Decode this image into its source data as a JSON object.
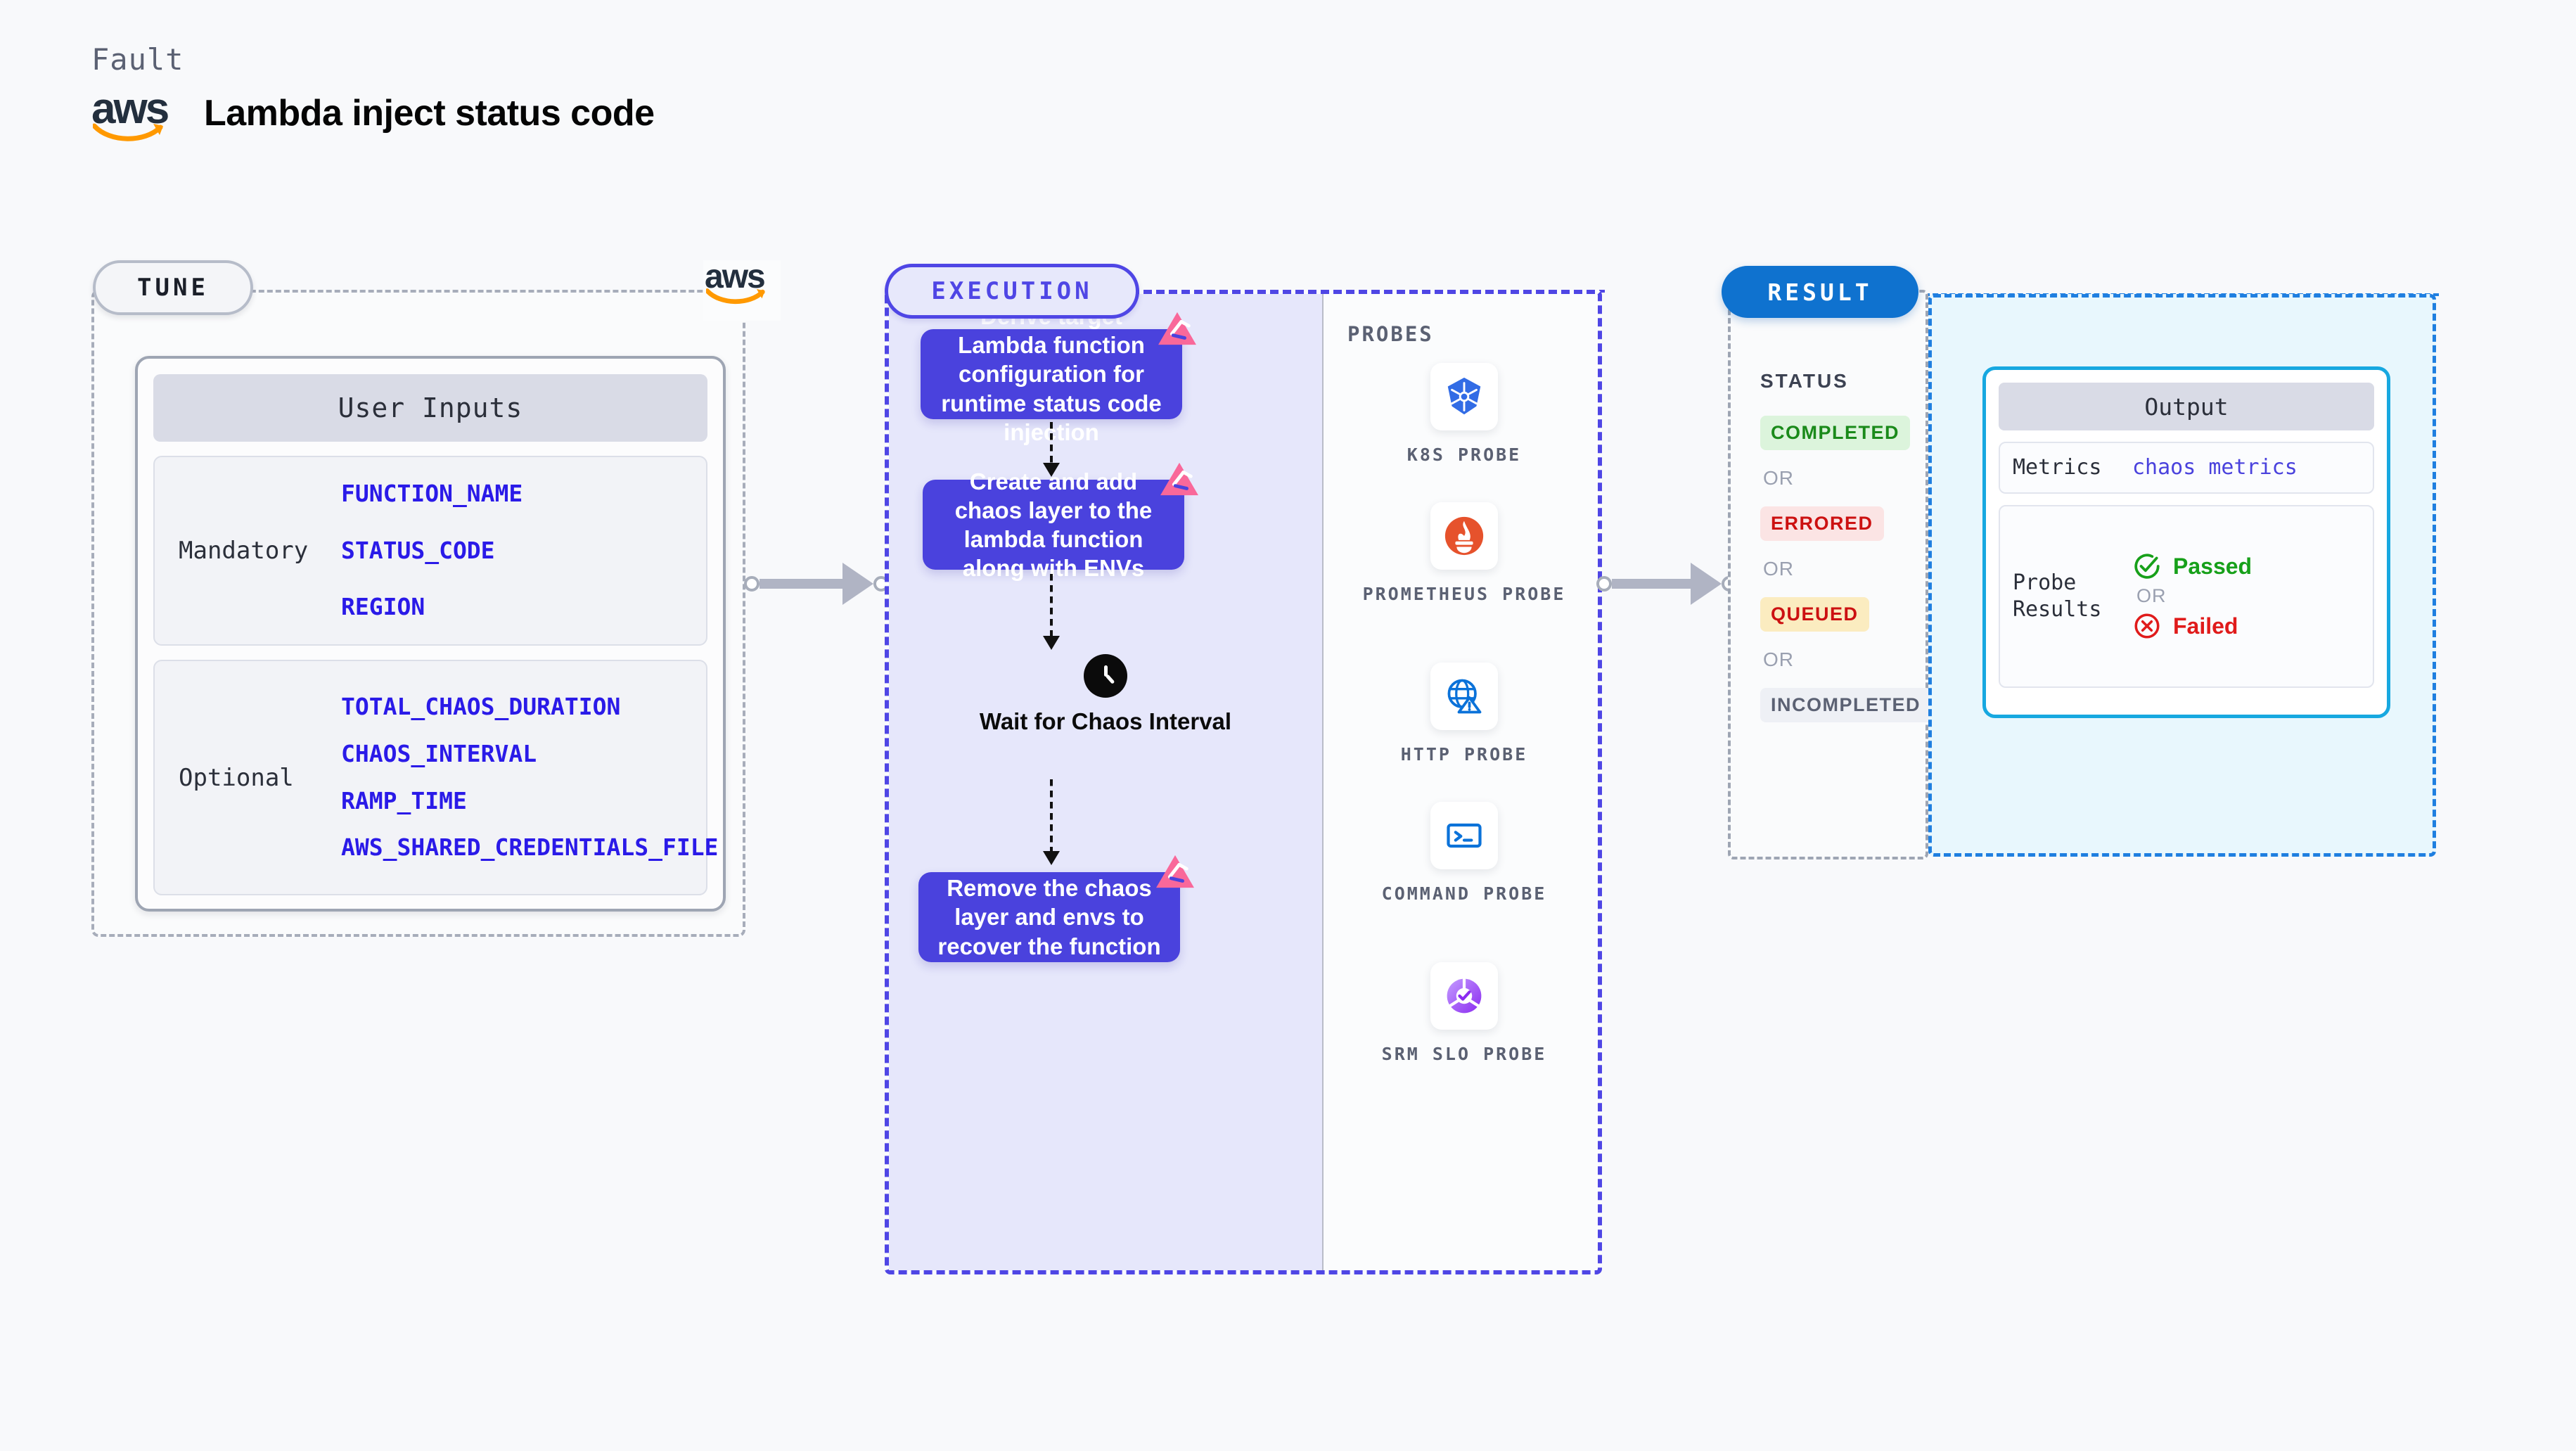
{
  "header": {
    "kind_label": "Fault",
    "title": "Lambda inject status code",
    "logo_name": "aws"
  },
  "tune": {
    "pill_label": "TUNE",
    "corner_logo": "aws",
    "card_title": "User Inputs",
    "groups": [
      {
        "label": "Mandatory",
        "params": [
          "FUNCTION_NAME",
          "STATUS_CODE",
          "REGION"
        ]
      },
      {
        "label": "Optional",
        "params": [
          "TOTAL_CHAOS_DURATION",
          "CHAOS_INTERVAL",
          "RAMP_TIME",
          "AWS_SHARED_CREDENTIALS_FILE"
        ]
      }
    ]
  },
  "execution": {
    "pill_label": "EXECUTION",
    "steps": [
      {
        "type": "box",
        "text": "Derive target Lambda function configuration for runtime status code injection"
      },
      {
        "type": "box",
        "text": "Create and add chaos layer to the lambda function along with ENVs"
      },
      {
        "type": "wait",
        "text": "Wait for Chaos Interval"
      },
      {
        "type": "box",
        "text": "Remove the chaos layer and envs to recover the function"
      }
    ]
  },
  "probes": {
    "title": "PROBES",
    "items": [
      {
        "label": "K8S PROBE",
        "icon": "kubernetes-icon"
      },
      {
        "label": "PROMETHEUS PROBE",
        "icon": "prometheus-icon"
      },
      {
        "label": "HTTP PROBE",
        "icon": "http-globe-warning-icon"
      },
      {
        "label": "COMMAND PROBE",
        "icon": "terminal-icon"
      },
      {
        "label": "SRM SLO PROBE",
        "icon": "srm-slo-icon"
      }
    ]
  },
  "result": {
    "pill_label": "RESULT",
    "status_title": "STATUS",
    "or_label": "OR",
    "statuses": [
      {
        "label": "COMPLETED",
        "text_color": "#1a8a1a",
        "bg_color": "#dcf4dc"
      },
      {
        "label": "ERRORED",
        "text_color": "#cc1111",
        "bg_color": "#fbe4e4"
      },
      {
        "label": "QUEUED",
        "text_color": "#cc1111",
        "bg_color": "#fbecc0"
      },
      {
        "label": "INCOMPLETED",
        "text_color": "#5b6173",
        "bg_color": "#eef0f5"
      }
    ],
    "output": {
      "title": "Output",
      "metrics_key": "Metrics",
      "metrics_value": "chaos metrics",
      "probe_results_key": "Probe Results",
      "passed_label": "Passed",
      "failed_label": "Failed",
      "or_label": "OR",
      "passed_color": "#17a01a",
      "failed_color": "#e01b1b"
    }
  },
  "colors": {
    "accent_indigo": "#4f46e5",
    "step_box": "#4a42dd",
    "litmus_pink": "#f9689a",
    "result_blue": "#0f72cf",
    "output_cyan": "#17a8e0",
    "aws_orange": "#ff9900",
    "param_blue": "#2a1ae8"
  }
}
